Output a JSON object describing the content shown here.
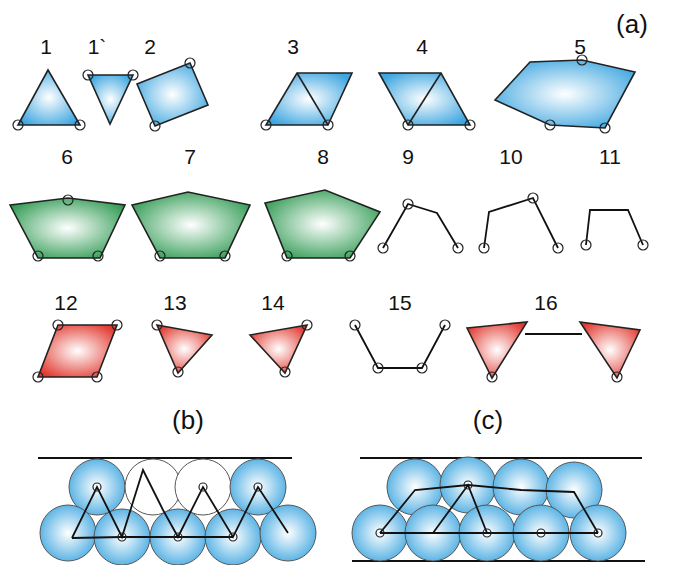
{
  "diagram": {
    "labels": [
      "(a)",
      "1",
      "1`",
      "2",
      "3",
      "4",
      "5",
      "6",
      "7",
      "8",
      "9",
      "10",
      "11",
      "12",
      "13",
      "14",
      "15",
      "16",
      "(b)",
      "(c)"
    ]
  }
}
